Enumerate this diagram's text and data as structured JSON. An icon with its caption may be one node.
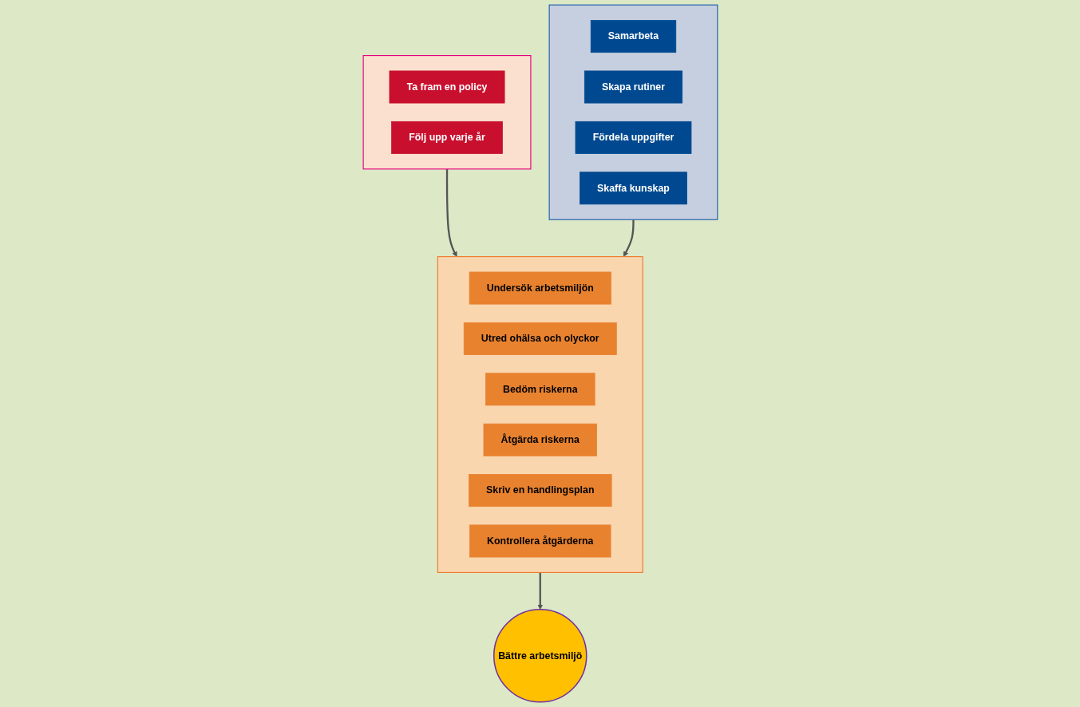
{
  "diagram": {
    "nodes": [
      {
        "text": [],
        "shape": "box"
      },
      {
        "text": [
          "Ta fram en policy"
        ],
        "in": 0
      },
      {
        "text": [
          "Följ upp varje år"
        ],
        "in": 0
      },
      {
        "text": [],
        "shape": "box"
      },
      {
        "text": [
          "Undersök arbetsmiljön"
        ],
        "in": 3
      },
      {
        "text": [
          "Utred ohälsa och olyckor"
        ],
        "in": 3
      },
      {
        "text": [
          "Bedöm riskerna"
        ],
        "in": 3
      },
      {
        "text": [
          "Åtgärda riskerna"
        ],
        "in": 3
      },
      {
        "text": [
          "Skriv en handlingsplan"
        ],
        "in": 3
      },
      {
        "text": [
          "Kontrollera åtgärderna"
        ],
        "in": 3
      },
      {
        "text": [
          "Bättre arbetsmiljö"
        ]
      },
      {
        "text": [],
        "shape": "box"
      },
      {
        "text": [
          "Samarbeta"
        ],
        "in": 11
      },
      {
        "text": [
          "Skapa rutiner"
        ],
        "in": 11
      },
      {
        "text": [
          "Fördela uppgifter"
        ],
        "in": 11
      },
      {
        "text": [
          "Skaffa kunskap"
        ],
        "in": 11
      }
    ],
    "edges": [
      {
        "from": 0,
        "to": 3,
        "arrow": "to"
      },
      {
        "from": 11,
        "to": 3,
        "arrow": "to"
      },
      {
        "from": 3,
        "to": 10,
        "arrow": "to"
      }
    ]
  }
}
